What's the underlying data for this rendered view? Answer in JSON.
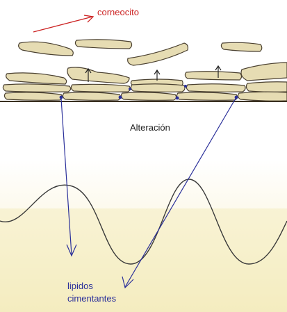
{
  "labels": {
    "corneocito": "corneocito",
    "alteracion": "Alteración",
    "lipidos_line1": "lipidos",
    "lipidos_line2": "cimentantes"
  },
  "colors": {
    "background": "#ffffff",
    "lipid_fill": "#f7efc6",
    "cell_fill": "#e6dcb3",
    "cell_stroke": "#4a4030",
    "arrow_red": "#cc2222",
    "arrow_blue": "#2a2f9a"
  }
}
